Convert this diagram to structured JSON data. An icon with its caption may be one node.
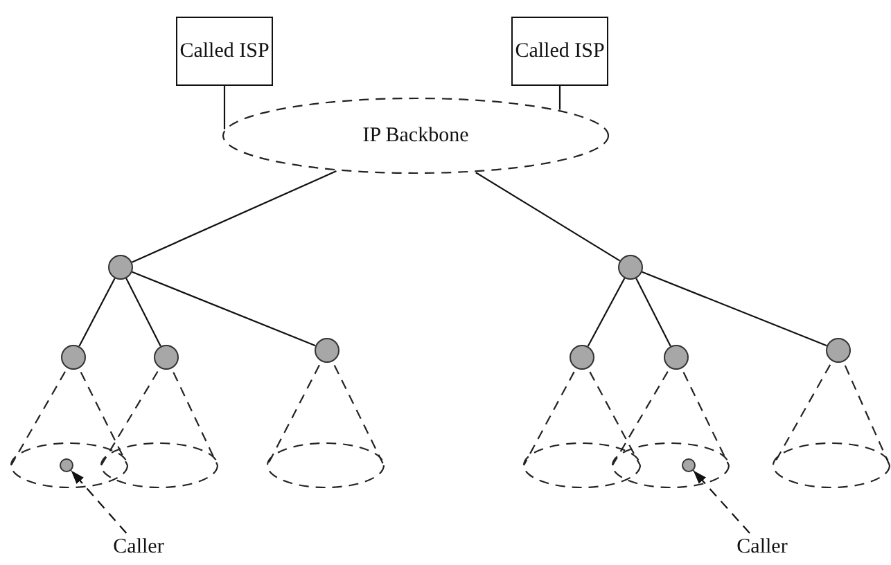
{
  "diagram": {
    "nodes": [
      {
        "text": [
          "Called ISP"
        ]
      },
      {
        "text": [
          "Called ISP"
        ]
      },
      {
        "text": [
          "IP Backbone"
        ]
      },
      {
        "text": [],
        "shape": "circle"
      },
      {
        "text": [],
        "shape": "circle"
      },
      {
        "text": [],
        "shape": "circle"
      },
      {
        "text": [],
        "shape": "circle"
      },
      {
        "text": [],
        "shape": "circle"
      },
      {
        "text": [],
        "shape": "circle"
      },
      {
        "text": [],
        "shape": "circle"
      },
      {
        "text": [],
        "shape": "circle"
      },
      {
        "text": [],
        "shape": "circle"
      },
      {
        "text": [],
        "shape": "circle"
      },
      {
        "text": [
          "Caller"
        ]
      },
      {
        "text": [
          "Caller"
        ]
      }
    ],
    "edges": [
      {
        "from": 0,
        "to": 2,
        "arrow": "none"
      },
      {
        "from": 1,
        "to": 2,
        "arrow": "none"
      },
      {
        "from": 2,
        "to": 3,
        "arrow": "none"
      },
      {
        "from": 2,
        "to": 4,
        "arrow": "none"
      },
      {
        "from": 3,
        "to": 5,
        "arrow": "none"
      },
      {
        "from": 3,
        "to": 6,
        "arrow": "none"
      },
      {
        "from": 3,
        "to": 7,
        "arrow": "none"
      },
      {
        "from": 4,
        "to": 8,
        "arrow": "none"
      },
      {
        "from": 4,
        "to": 9,
        "arrow": "none"
      },
      {
        "from": 4,
        "to": 10,
        "arrow": "none"
      },
      {
        "from": 13,
        "to": 11,
        "arrow": "to",
        "style": "dashed"
      },
      {
        "from": 14,
        "to": 12,
        "arrow": "to",
        "style": "dashed"
      }
    ]
  }
}
